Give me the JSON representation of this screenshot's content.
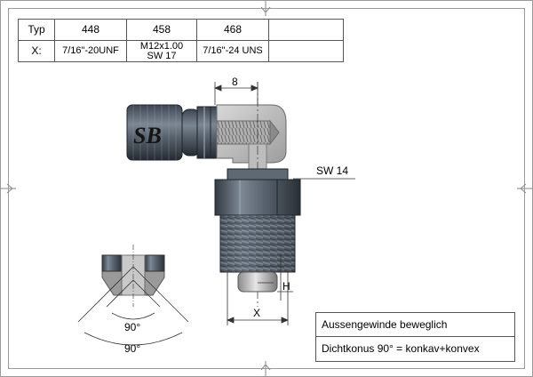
{
  "table": {
    "header": [
      "Typ",
      "448",
      "458",
      "468"
    ],
    "row_label": "X:",
    "values": [
      "7/16\"-20UNF",
      "M12x1.00",
      "SW 17",
      "7/16\"-24 UNS"
    ]
  },
  "dimensions": {
    "width_top": "8",
    "wrench": "SW 14",
    "height": "H",
    "thread": "X",
    "cone_inner": "90°",
    "cone_outer": "90°"
  },
  "logo": "SB",
  "notes": [
    "Aussengewinde beweglich",
    "Dichtkonus 90° = konkav+konvex"
  ]
}
